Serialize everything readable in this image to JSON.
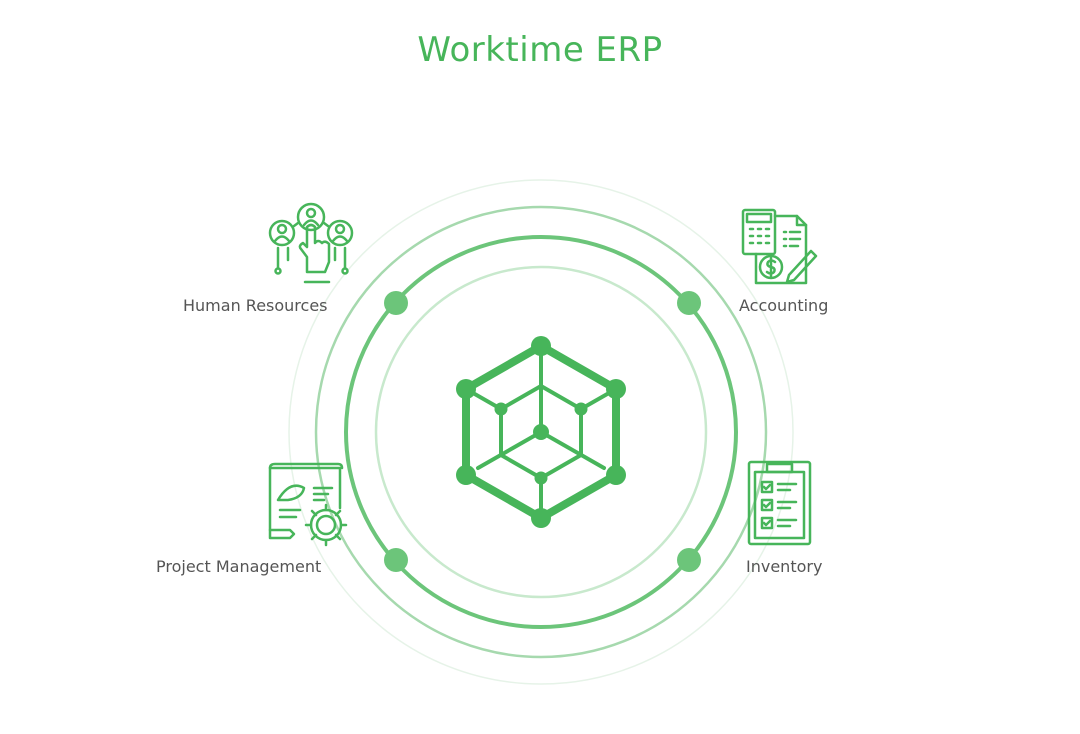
{
  "title": "Worktime ERP",
  "modules": [
    {
      "label": "Human Resources",
      "icon": "hr-users-hand-icon"
    },
    {
      "label": "Accounting",
      "icon": "calculator-invoice-icon"
    },
    {
      "label": "Project Management",
      "icon": "blueprint-gear-icon"
    },
    {
      "label": "Inventory",
      "icon": "clipboard-checklist-icon"
    }
  ],
  "colors": {
    "primary": "#47b55a",
    "ring_light": "#b9e2bf",
    "ring_faint": "#e3f2e5",
    "text": "#555555"
  }
}
